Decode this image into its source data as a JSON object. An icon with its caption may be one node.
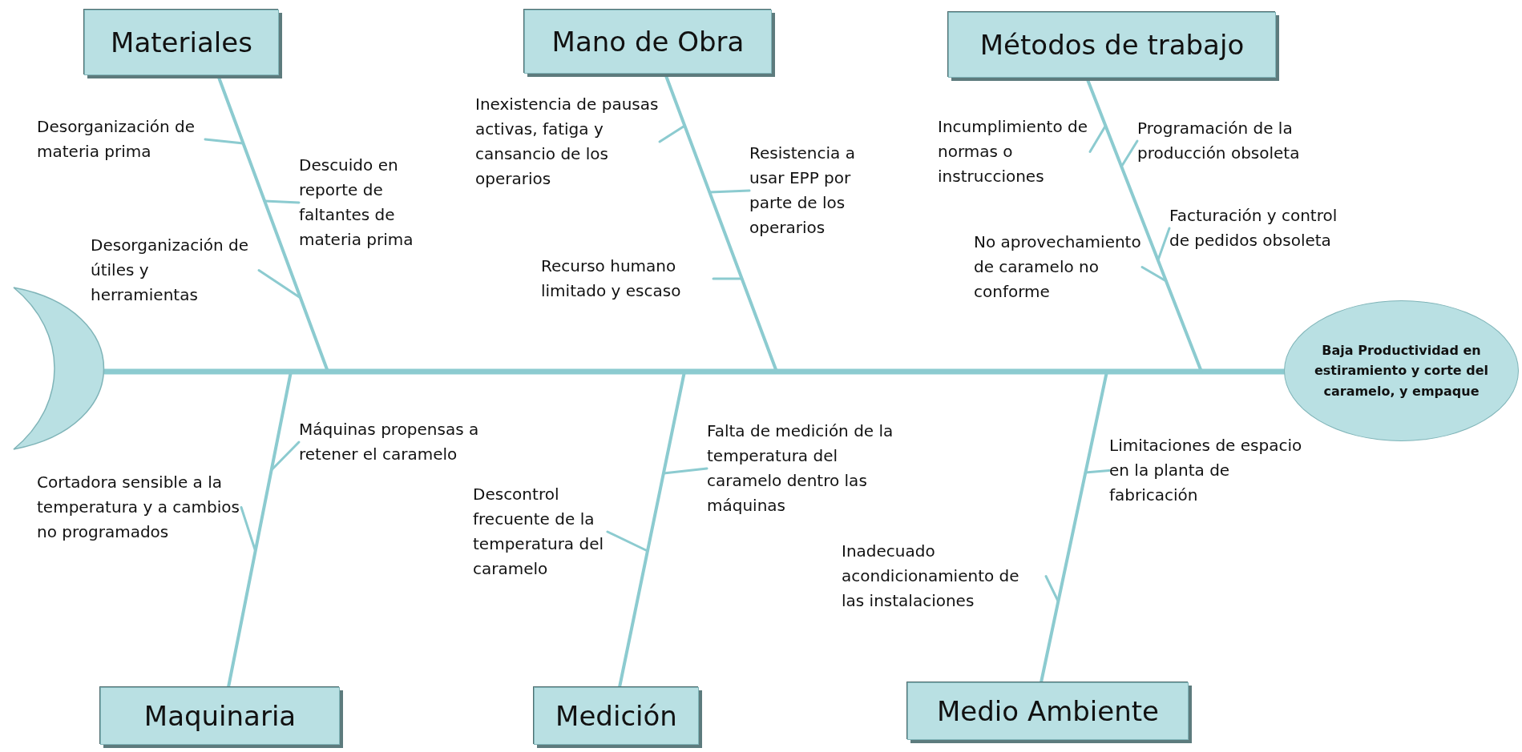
{
  "diagram": {
    "nodes": [
      {
        "text": [
          "Materiales"
        ]
      },
      {
        "text": [
          "Mano de Obra"
        ]
      },
      {
        "text": [
          "Métodos de trabajo"
        ]
      },
      {
        "text": [
          "Desorganización de materia prima"
        ]
      },
      {
        "text": [
          "Inexistencia de pausas activas, fatiga y cansancio de los operarios"
        ]
      },
      {
        "text": [
          "Incumplimiento de normas o instrucciones"
        ]
      },
      {
        "text": [
          "Programación de la producción obsoleta"
        ]
      },
      {
        "text": [
          "Descuido en reporte de faltantes de materia prima"
        ]
      },
      {
        "text": [
          "Resistencia a usar EPP por parte de los operarios"
        ]
      },
      {
        "text": [
          "Facturación y control de pedidos obsoleta"
        ]
      },
      {
        "text": [
          "No aprovechamiento de caramelo no conforme"
        ]
      },
      {
        "text": [
          "Desorganización de útiles y herramientas"
        ]
      },
      {
        "text": [
          "Recurso humano limitado y escaso"
        ]
      },
      {
        "text": [],
        "shape": "crescent"
      },
      {
        "text": [
          "Baja Productividad en estiramiento y corte del caramelo, y empaque"
        ]
      },
      {
        "text": [
          "Máquinas propensas a retener el caramelo"
        ]
      },
      {
        "text": [
          "Falta de medición de la temperatura del caramelo dentro las máquinas"
        ]
      },
      {
        "text": [
          "Limitaciones de espacio en la planta de fabricación"
        ]
      },
      {
        "text": [
          "Cortadora sensible a la temperatura y a cambios no programados"
        ]
      },
      {
        "text": [
          "Descontrol frecuente de la temperatura del caramelo"
        ]
      },
      {
        "text": [
          "Inadecuado acondicionamiento de las instalaciones"
        ]
      },
      {
        "text": [
          "Maquinaria"
        ]
      },
      {
        "text": [
          "Medición"
        ]
      },
      {
        "text": [
          "Medio Ambiente"
        ]
      }
    ],
    "edges": [
      {
        "from": 13,
        "to": 14,
        "arrow": "none",
        "style": "thick"
      },
      {
        "from": 0,
        "to": null,
        "arrow": "none"
      },
      {
        "from": 1,
        "to": null,
        "arrow": "none"
      },
      {
        "from": 2,
        "to": null,
        "arrow": "none"
      },
      {
        "from": 21,
        "to": null,
        "arrow": "none"
      },
      {
        "from": 22,
        "to": null,
        "arrow": "none"
      },
      {
        "from": 23,
        "to": null,
        "arrow": "none"
      },
      {
        "from": 3,
        "to": null,
        "arrow": "none"
      },
      {
        "from": 4,
        "to": null,
        "arrow": "none"
      },
      {
        "from": 5,
        "to": null,
        "arrow": "none"
      },
      {
        "from": 6,
        "to": null,
        "arrow": "none"
      },
      {
        "from": 7,
        "to": null,
        "arrow": "none"
      },
      {
        "from": 8,
        "to": null,
        "arrow": "none"
      },
      {
        "from": 9,
        "to": null,
        "arrow": "none"
      },
      {
        "from": 10,
        "to": null,
        "arrow": "none"
      },
      {
        "from": 11,
        "to": null,
        "arrow": "none"
      },
      {
        "from": 12,
        "to": null,
        "arrow": "none"
      },
      {
        "from": 15,
        "to": null,
        "arrow": "none"
      },
      {
        "from": 16,
        "to": null,
        "arrow": "none"
      },
      {
        "from": 17,
        "to": null,
        "arrow": "none"
      },
      {
        "from": 18,
        "to": null,
        "arrow": "none"
      },
      {
        "from": 19,
        "to": null,
        "arrow": "none"
      },
      {
        "from": 20,
        "to": null,
        "arrow": "none"
      }
    ]
  }
}
